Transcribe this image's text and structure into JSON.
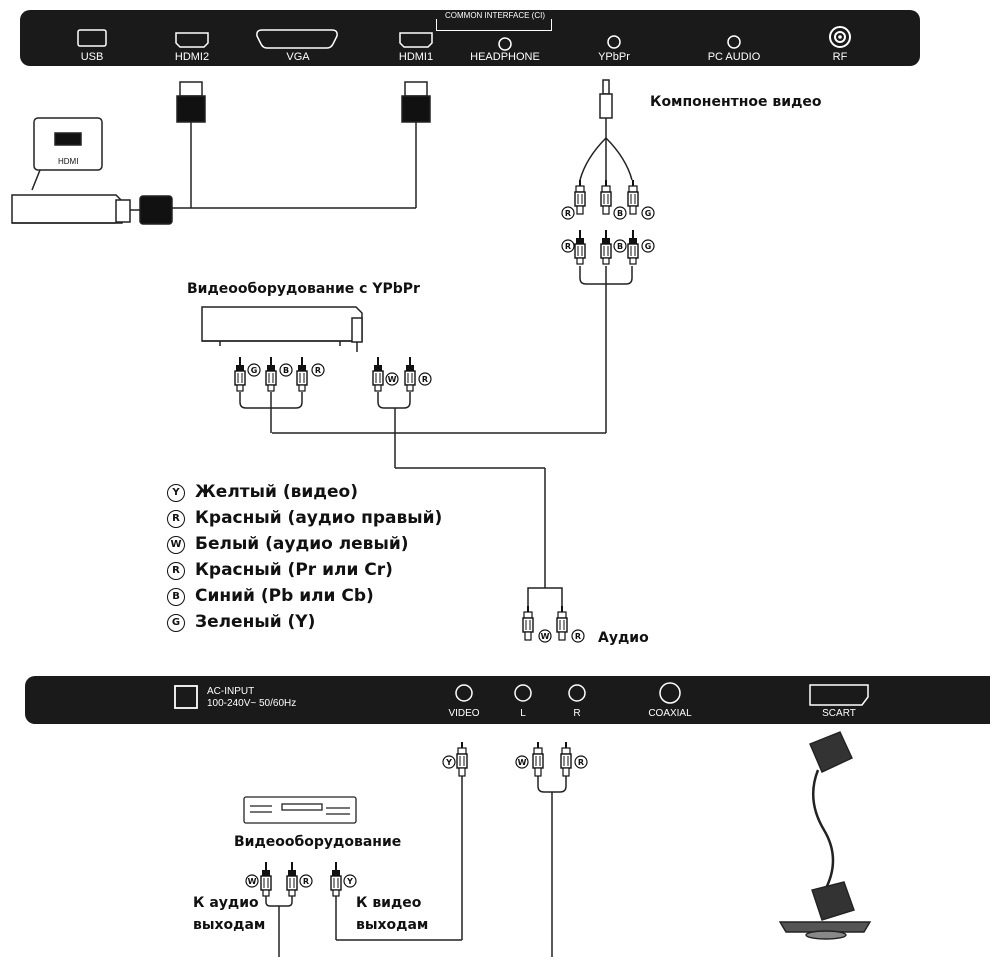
{
  "top_panel": {
    "ports": [
      "USB",
      "HDMI2",
      "VGA",
      "HDMI1",
      "HEADPHONE",
      "YPbPr",
      "PC AUDIO",
      "RF"
    ],
    "common_interface": "COMMON INTERFACE (CI)"
  },
  "bottom_panel": {
    "ac_input": "AC-INPUT",
    "ac_spec": "100-240V~  50/60Hz",
    "ports": [
      "VIDEO",
      "L",
      "R",
      "COAXIAL",
      "SCART"
    ]
  },
  "hdmi_device": {
    "label": "HDMI"
  },
  "captions": {
    "component_video": "Компонентное видео",
    "ypbpr_equipment": "Видеооборудование с YPbPr",
    "audio": "Аудио",
    "video_equipment": "Видеооборудование",
    "to_audio_outputs": [
      "К аудио",
      "выходам"
    ],
    "to_video_outputs": [
      "К видео",
      "выходам"
    ]
  },
  "connector_badges": [
    "R",
    "B",
    "G",
    "W",
    "Y"
  ],
  "legend": [
    {
      "badge": "Y",
      "text": "Желтый (видео)"
    },
    {
      "badge": "R",
      "text": "Красный (аудио правый)"
    },
    {
      "badge": "W",
      "text": "Белый (аудио левый)"
    },
    {
      "badge": "R",
      "text": "Красный (Pr или Cr)"
    },
    {
      "badge": "B",
      "text": "Синий (Pb или Cb)"
    },
    {
      "badge": "G",
      "text": "Зеленый (Y)"
    }
  ],
  "colors": {
    "panel": "#1a1a1a",
    "line": "#222222",
    "background": "#ffffff"
  }
}
